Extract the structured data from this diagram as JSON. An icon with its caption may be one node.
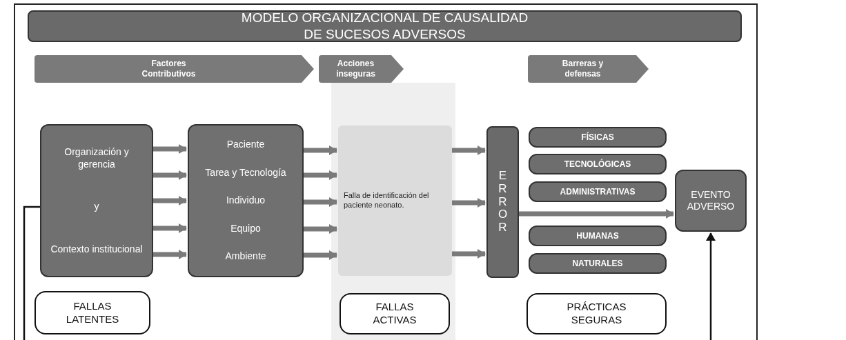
{
  "diagram": {
    "title": "MODELO ORGANIZACIONAL DE CAUSALIDAD DE SUCESOS ADVERSOS",
    "nodes": [
      {
        "text": [
          "Factores Contributivos"
        ]
      },
      {
        "text": [
          "Acciones inseguras"
        ]
      },
      {
        "text": [
          "Barreras y defensas"
        ]
      },
      {
        "text": [
          "Organización y gerencia",
          "y",
          "Contexto institucional"
        ]
      },
      {
        "text": [
          "Paciente",
          "Tarea y Tecnología",
          "Individuo",
          "Equipo",
          "Ambiente"
        ]
      },
      {
        "text": [
          "Falla de identificación del paciente neonato."
        ]
      },
      {
        "text": [
          "ERROR"
        ]
      },
      {
        "text": [
          "FÍSICAS"
        ]
      },
      {
        "text": [
          "TECNOLÓGICAS"
        ]
      },
      {
        "text": [
          "ADMINISTRATIVAS"
        ]
      },
      {
        "text": [
          "HUMANAS"
        ]
      },
      {
        "text": [
          "NATURALES"
        ]
      },
      {
        "text": [
          "EVENTO ADVERSO"
        ]
      },
      {
        "text": [
          "FALLAS LATENTES"
        ]
      },
      {
        "text": [
          "FALLAS ACTIVAS"
        ]
      },
      {
        "text": [
          "PRÁCTICAS SEGURAS"
        ]
      }
    ],
    "edges": [
      {
        "from": 3,
        "to": 4,
        "arrow": "to"
      },
      {
        "from": 3,
        "to": 4,
        "arrow": "to"
      },
      {
        "from": 3,
        "to": 4,
        "arrow": "to"
      },
      {
        "from": 3,
        "to": 4,
        "arrow": "to"
      },
      {
        "from": 3,
        "to": 4,
        "arrow": "to"
      },
      {
        "from": 4,
        "to": 5,
        "arrow": "to"
      },
      {
        "from": 4,
        "to": 5,
        "arrow": "to"
      },
      {
        "from": 4,
        "to": 5,
        "arrow": "to"
      },
      {
        "from": 4,
        "to": 5,
        "arrow": "to"
      },
      {
        "from": 4,
        "to": 5,
        "arrow": "to"
      },
      {
        "from": 5,
        "to": 6,
        "arrow": "to"
      },
      {
        "from": 5,
        "to": 6,
        "arrow": "to"
      },
      {
        "from": 5,
        "to": 6,
        "arrow": "to"
      },
      {
        "from": 6,
        "to": 12,
        "arrow": "to"
      },
      {
        "from": null,
        "to": 12,
        "arrow": "to",
        "color": "#111111"
      },
      {
        "from": null,
        "to": 3,
        "arrow": "none",
        "color": "#111111"
      }
    ]
  }
}
